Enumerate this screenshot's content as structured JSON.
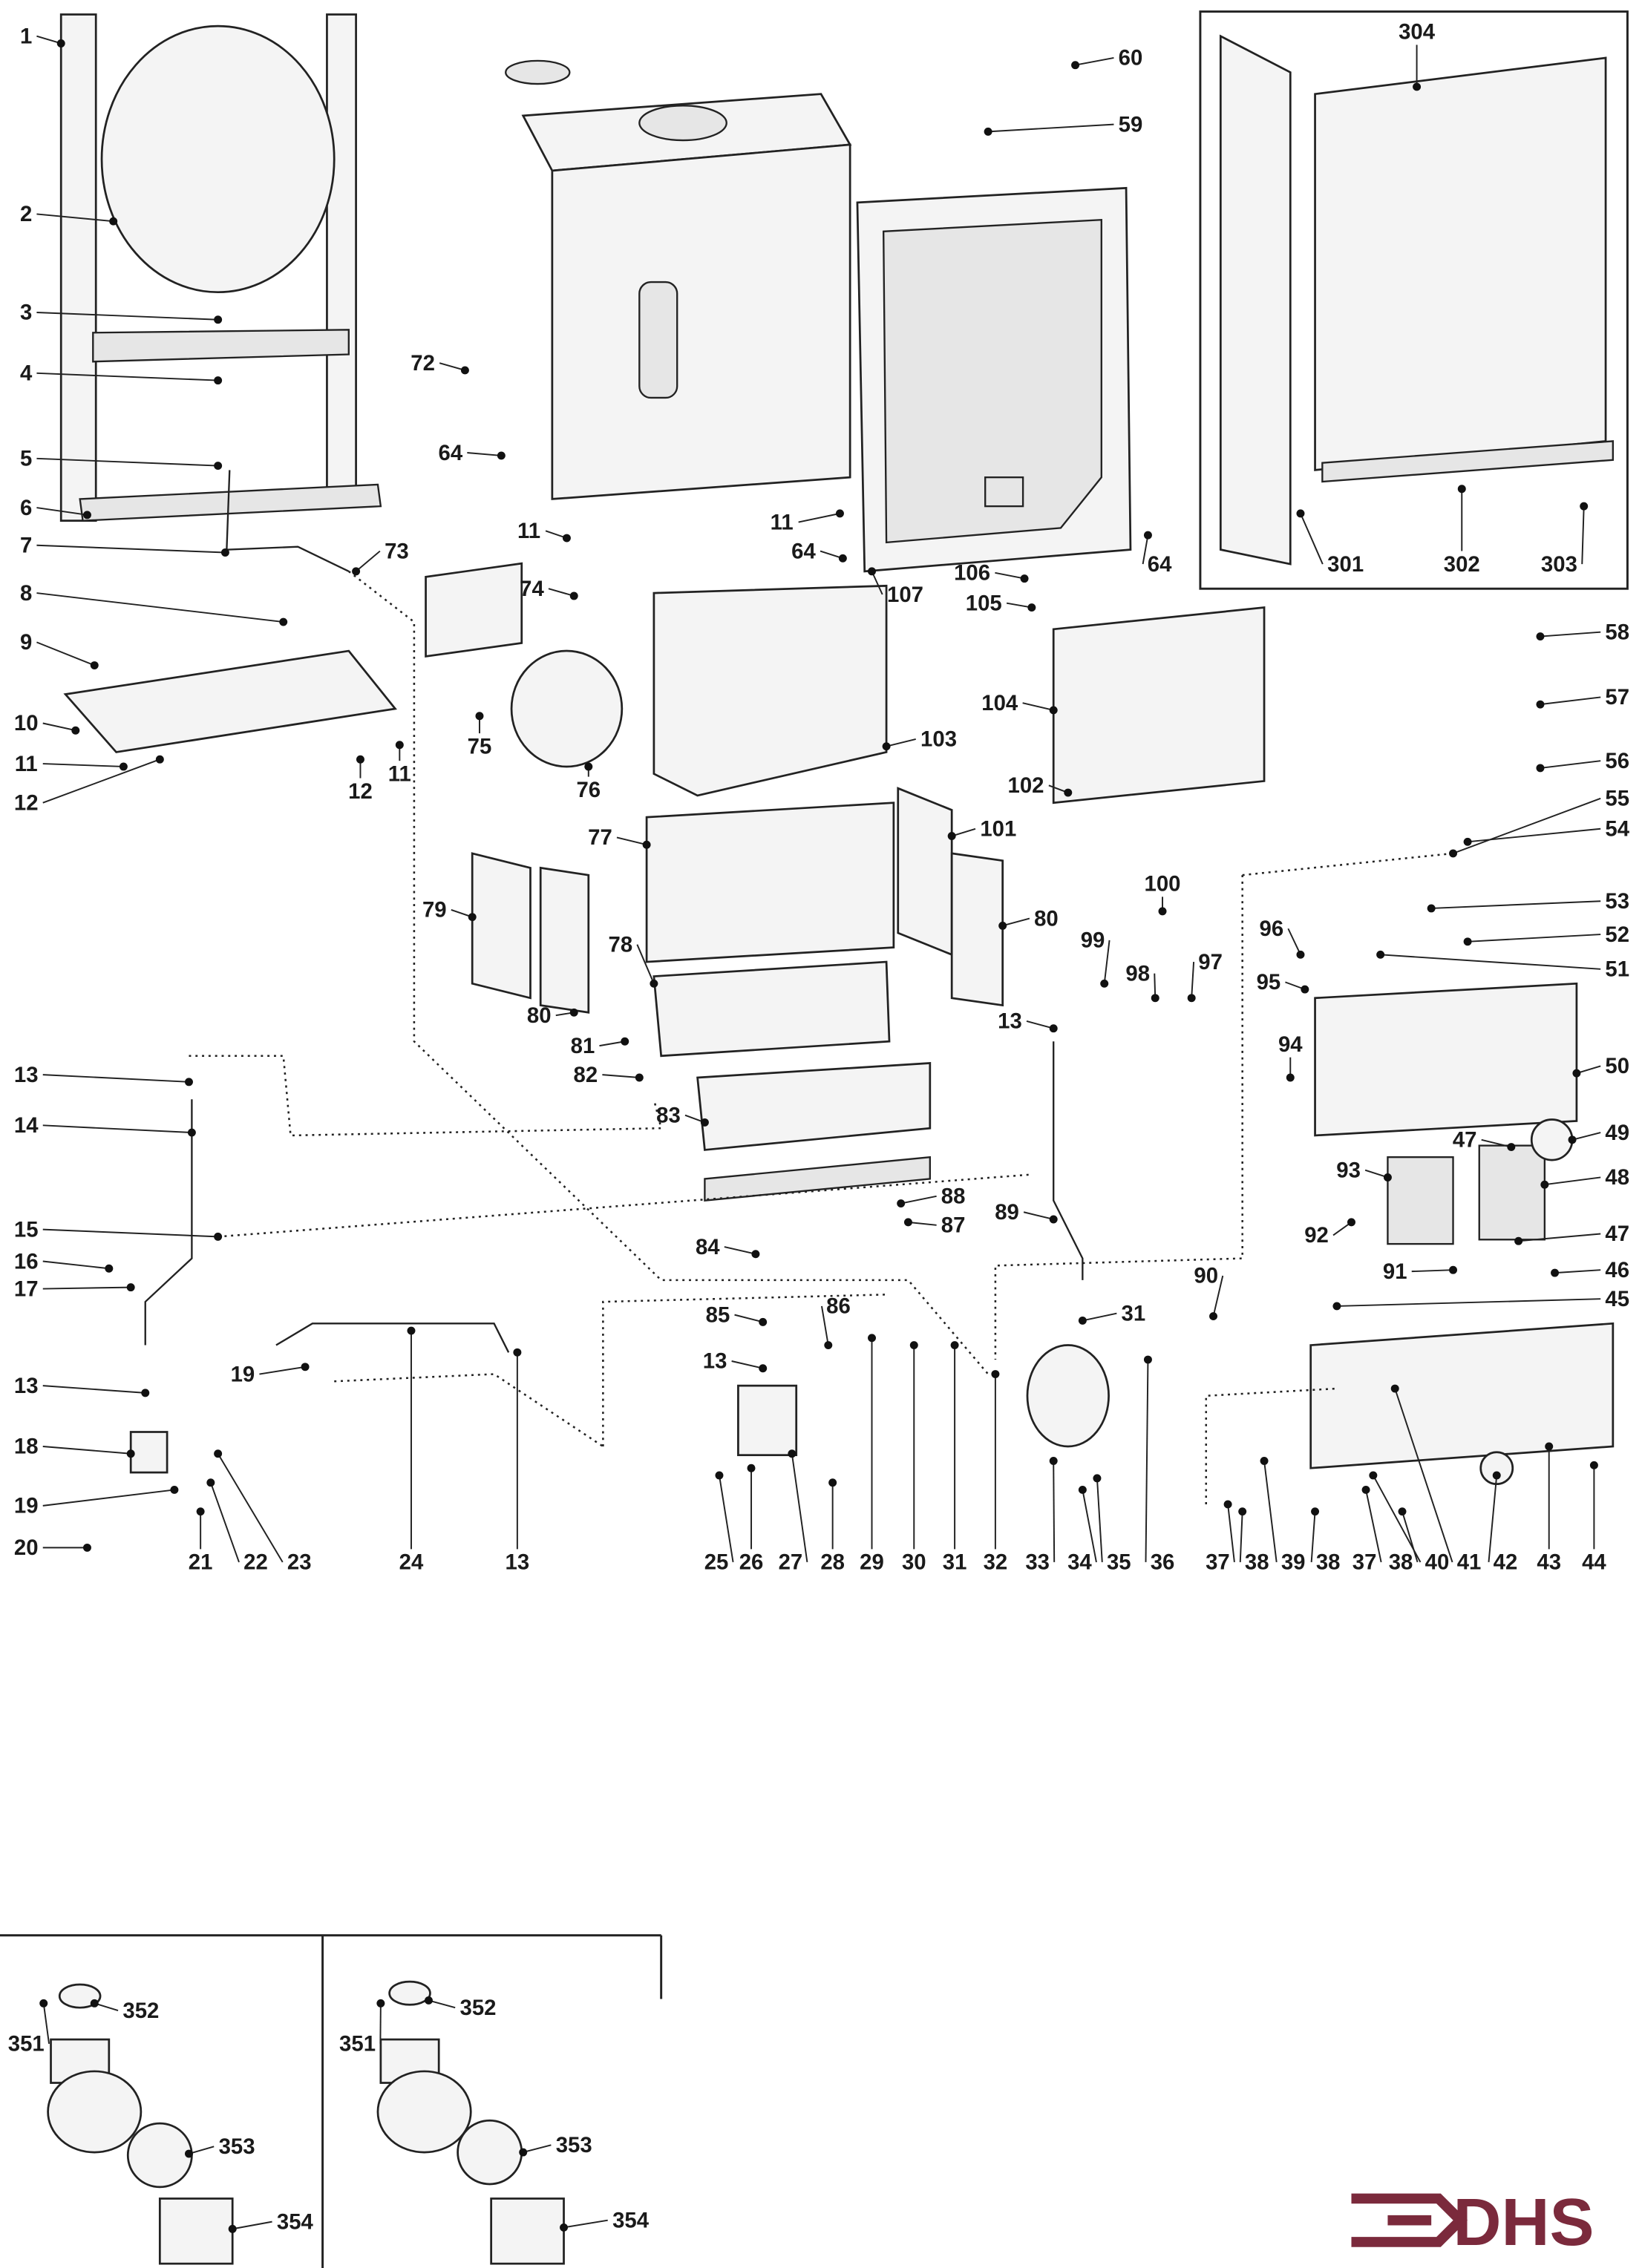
{
  "diagram": {
    "labels": [
      "1",
      "2",
      "3",
      "4",
      "5",
      "6",
      "7",
      "8",
      "9",
      "10",
      "11",
      "12",
      "304",
      "60",
      "59",
      "72",
      "64",
      "11",
      "73",
      "11",
      "64",
      "107",
      "106",
      "105",
      "64",
      "301",
      "302",
      "303",
      "74",
      "58",
      "57",
      "56",
      "104",
      "75",
      "76",
      "103",
      "102",
      "12",
      "11",
      "55",
      "54",
      "77",
      "101",
      "53",
      "100",
      "52",
      "96",
      "51",
      "95",
      "99",
      "98",
      "97",
      "79",
      "80",
      "78",
      "80",
      "81",
      "82",
      "13",
      "94",
      "50",
      "13",
      "14",
      "83",
      "49",
      "47",
      "48",
      "93",
      "88",
      "15",
      "87",
      "89",
      "92",
      "47",
      "84",
      "16",
      "17",
      "91",
      "46",
      "90",
      "45",
      "85",
      "86",
      "31",
      "19",
      "13",
      "13",
      "18",
      "19",
      "20",
      "21",
      "22",
      "23",
      "24",
      "13",
      "25",
      "26",
      "27",
      "28",
      "29",
      "30",
      "31",
      "32",
      "33",
      "34",
      "35",
      "36",
      "37",
      "38",
      "39",
      "38",
      "37",
      "38",
      "40",
      "41",
      "42",
      "43",
      "44",
      "352",
      "351",
      "353",
      "354",
      "352",
      "351",
      "353",
      "354"
    ],
    "logo_text": "DHS",
    "logo_color": "#7b2a3c"
  }
}
